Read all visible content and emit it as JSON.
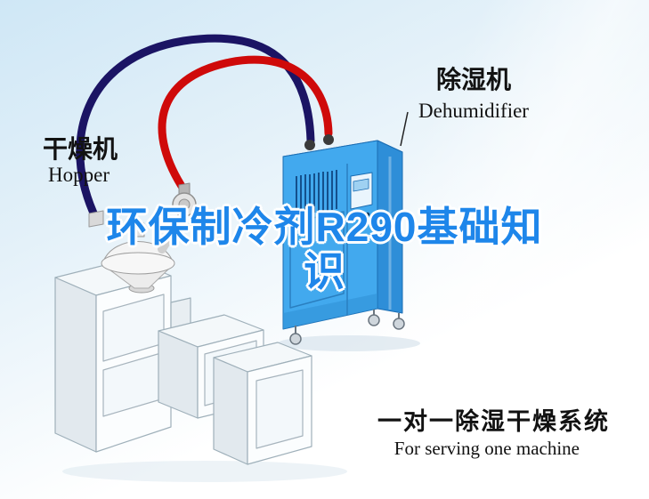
{
  "title": {
    "lines": [
      "环保制冷剂R290基础知",
      "识"
    ]
  },
  "machine_labels": {
    "dryer_cn": "干燥机",
    "dryer_en": "Hopper",
    "dehumidifier_cn": "除湿机",
    "dehumidifier_en": "Dehumidifier"
  },
  "caption": {
    "cn": "一对一除湿干燥系统",
    "en": "For serving one machine"
  },
  "icons": {
    "dehumidifier_machine": "dehumidifier-illustration",
    "hopper_machine": "hopper-dryer-illustration",
    "extruder_machine": "extruder-illustration",
    "red_hose": "red-hose",
    "navy_hose": "navy-hose"
  },
  "colors": {
    "title_blue": "#1e86ea",
    "pipe_red": "#cf0a0a",
    "pipe_navy": "#1b1464",
    "machine_front": "#42a9ee",
    "machine_side": "#2e8ed8",
    "machine_top": "#83cbf8",
    "bg_top": "#cfe7f6",
    "bg_bottom": "#ffffff"
  }
}
